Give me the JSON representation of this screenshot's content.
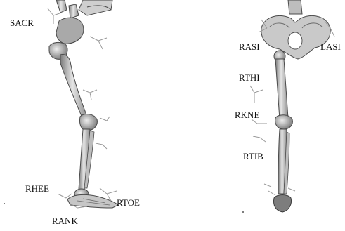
{
  "colors": {
    "bone": "#d8d8d8",
    "bone_shade": "#8a8a8a",
    "outline": "#4a4a4a",
    "marker_axes": "#9a9a9a",
    "text": "#111111"
  },
  "views": {
    "side": {
      "labels": {
        "sacr": "SACR",
        "rhee": "RHEE",
        "rank": "RANK",
        "rtoe": "RTOE"
      }
    },
    "front": {
      "labels": {
        "rasi": "RASI",
        "lasi": "LASI",
        "rthi": "RTHI",
        "rkne": "RKNE",
        "rtib": "RTIB"
      }
    }
  }
}
